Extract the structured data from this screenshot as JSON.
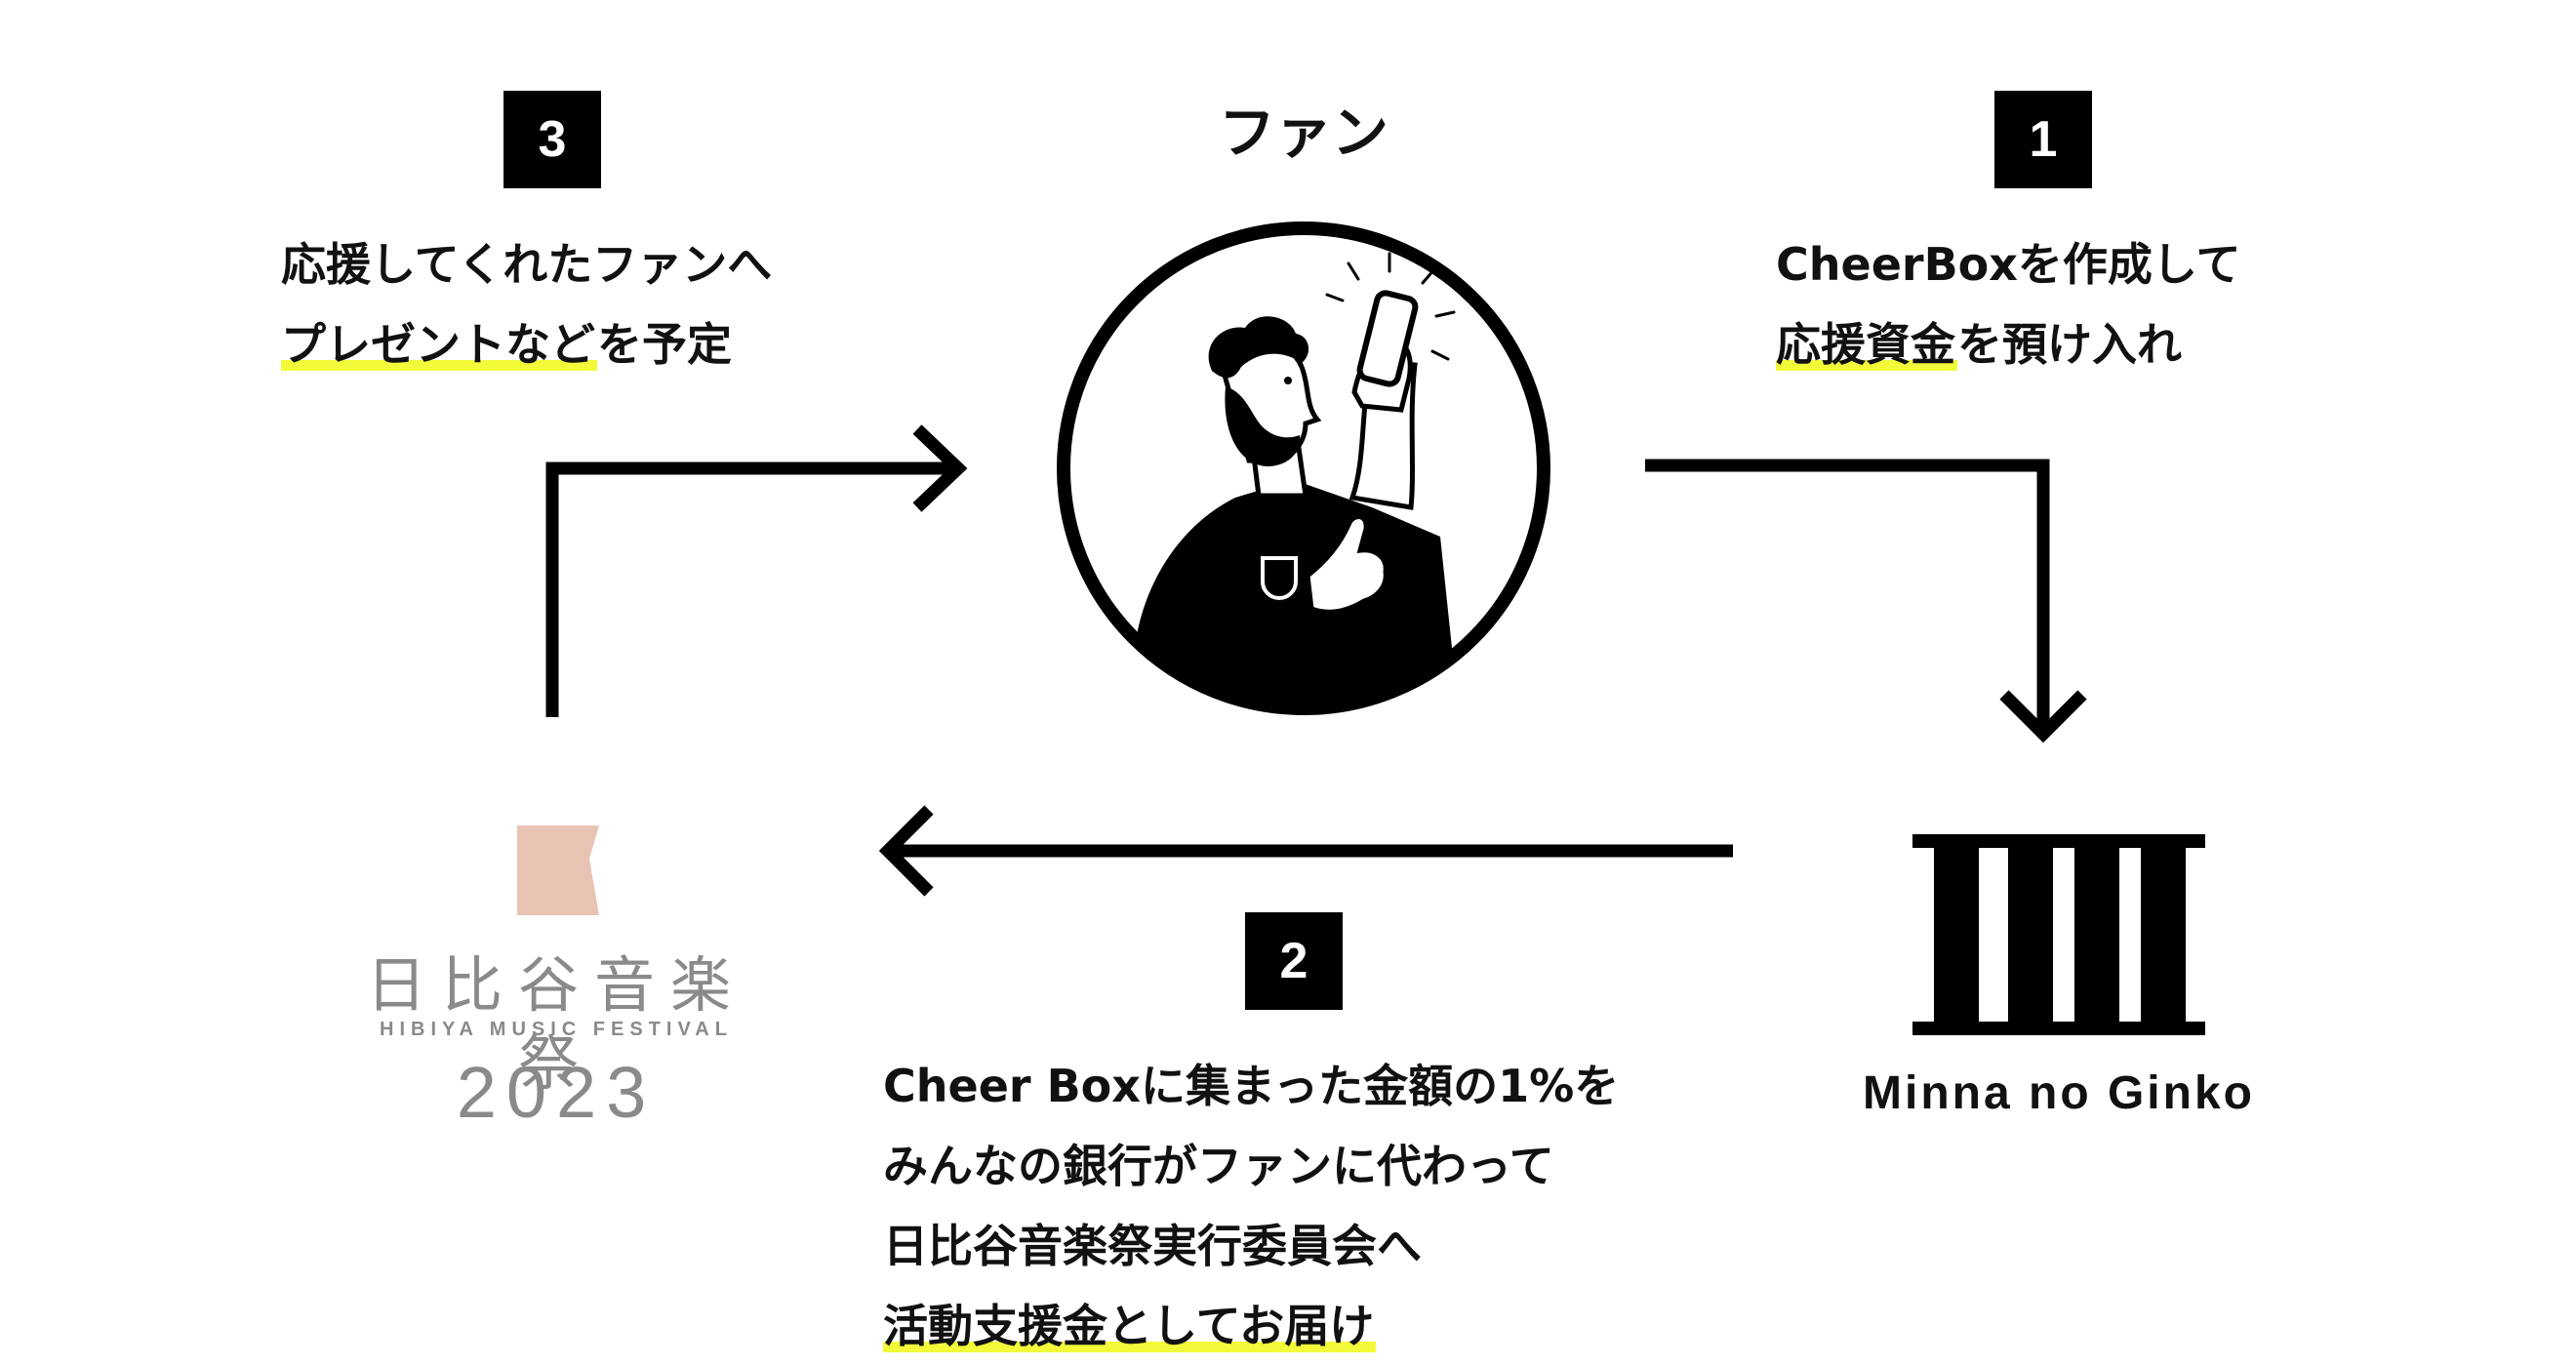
{
  "steps": {
    "one": {
      "badge": "1",
      "lines": [
        {
          "parts": [
            {
              "text": "CheerBoxを作成して",
              "highlight": false
            }
          ]
        },
        {
          "parts": [
            {
              "text": "応援資金",
              "highlight": true
            },
            {
              "text": "を預け入れ",
              "highlight": false
            }
          ]
        }
      ]
    },
    "two": {
      "badge": "2",
      "lines": [
        {
          "parts": [
            {
              "text": "Cheer Boxに集まった金額の1%を",
              "highlight": false
            }
          ]
        },
        {
          "parts": [
            {
              "text": "みんなの銀行がファンに代わって",
              "highlight": false
            }
          ]
        },
        {
          "parts": [
            {
              "text": "日比谷音楽祭実行委員会へ",
              "highlight": false
            }
          ]
        },
        {
          "parts": [
            {
              "text": "活動支援金としてお届け",
              "highlight": true
            }
          ]
        }
      ]
    },
    "three": {
      "badge": "3",
      "lines": [
        {
          "parts": [
            {
              "text": "応援してくれたファンへ",
              "highlight": false
            }
          ]
        },
        {
          "parts": [
            {
              "text": "プレゼントなど",
              "highlight": true
            },
            {
              "text": "を予定",
              "highlight": false
            }
          ]
        }
      ]
    }
  },
  "fan": {
    "title": "ファン",
    "illustration_icon": "fan-with-smartphone-icon"
  },
  "bank": {
    "label": "Minna no Ginko",
    "logo_icon": "minna-no-ginko-logo-icon"
  },
  "festival": {
    "logo_icon": "hibiya-festival-logo-mark-icon",
    "name_jp": "日比谷音楽祭",
    "name_en": "HIBIYA MUSIC FESTIVAL",
    "year": "2023"
  },
  "colors": {
    "highlight": "#f2fa3a",
    "logo_mark": "#e8c3b4",
    "logo_text": "#8a8a8a",
    "ink": "#000000"
  }
}
